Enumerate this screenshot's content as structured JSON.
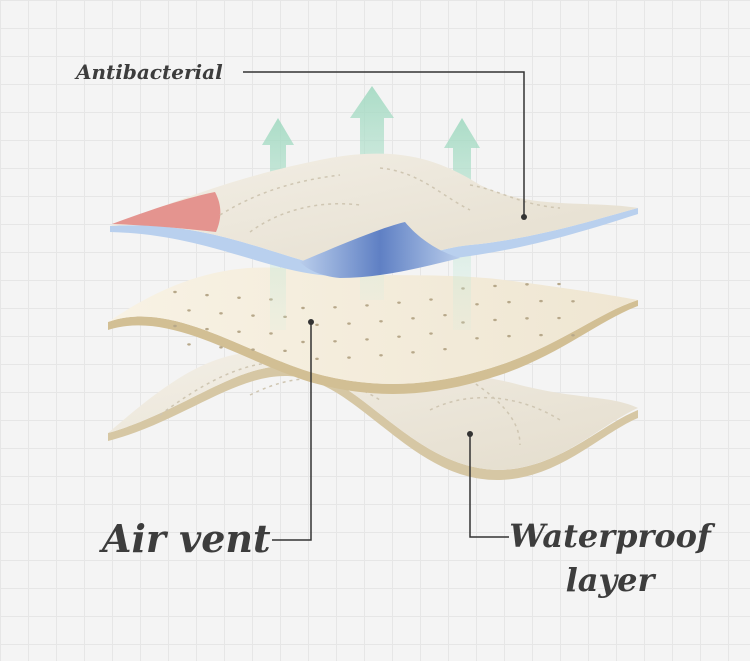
{
  "labels": {
    "antibacterial": "Antibacterial",
    "air_vent": "Air vent",
    "waterproof_line1": "Waterproof",
    "waterproof_line2": "layer"
  },
  "colors": {
    "background": "#f4f4f4",
    "grid": "#e6e6e6",
    "fabric": "#ece7dc",
    "fabric_edge": "#d6c7a4",
    "blue_film": "#6f8fcf",
    "pink_corner": "#e28b86",
    "arrow": "#9ed8bf",
    "leader_line": "#333333"
  }
}
